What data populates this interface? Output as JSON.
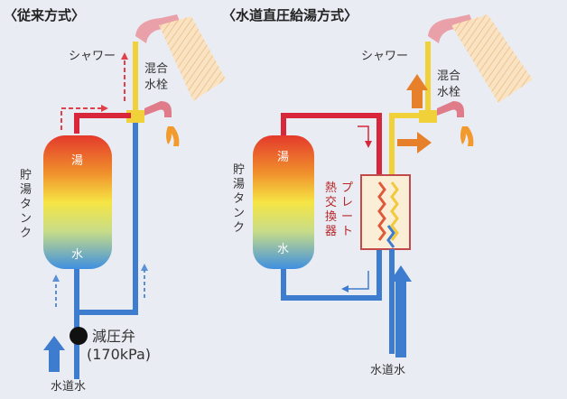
{
  "left": {
    "title": "〈従来方式〉",
    "shower": "シャワー",
    "mixer_1": "混合",
    "mixer_2": "水栓",
    "tank_hot": "湯",
    "tank_cold": "水",
    "tank_label": [
      "貯",
      "湯",
      "タ",
      "ン",
      "ク"
    ],
    "valve_1": "減圧弁",
    "valve_2": "(170kPa)",
    "water_in": "水道水"
  },
  "right": {
    "title": "〈水道直圧給湯方式〉",
    "shower": "シャワー",
    "mixer_1": "混合",
    "mixer_2": "水栓",
    "tank_hot": "湯",
    "tank_cold": "水",
    "tank_label": [
      "貯",
      "湯",
      "タ",
      "ン",
      "ク"
    ],
    "hx_label_1": [
      "プ",
      "レ",
      "ー",
      "ト"
    ],
    "hx_label_2": [
      "熱",
      "交",
      "換",
      "器"
    ],
    "water_in": "水道水"
  },
  "colors": {
    "hot": "#d8263a",
    "cold": "#3e7cd0",
    "mixed": "#f1d13a",
    "orange": "#e7802a",
    "shower_pink": "#eaa0a8"
  }
}
